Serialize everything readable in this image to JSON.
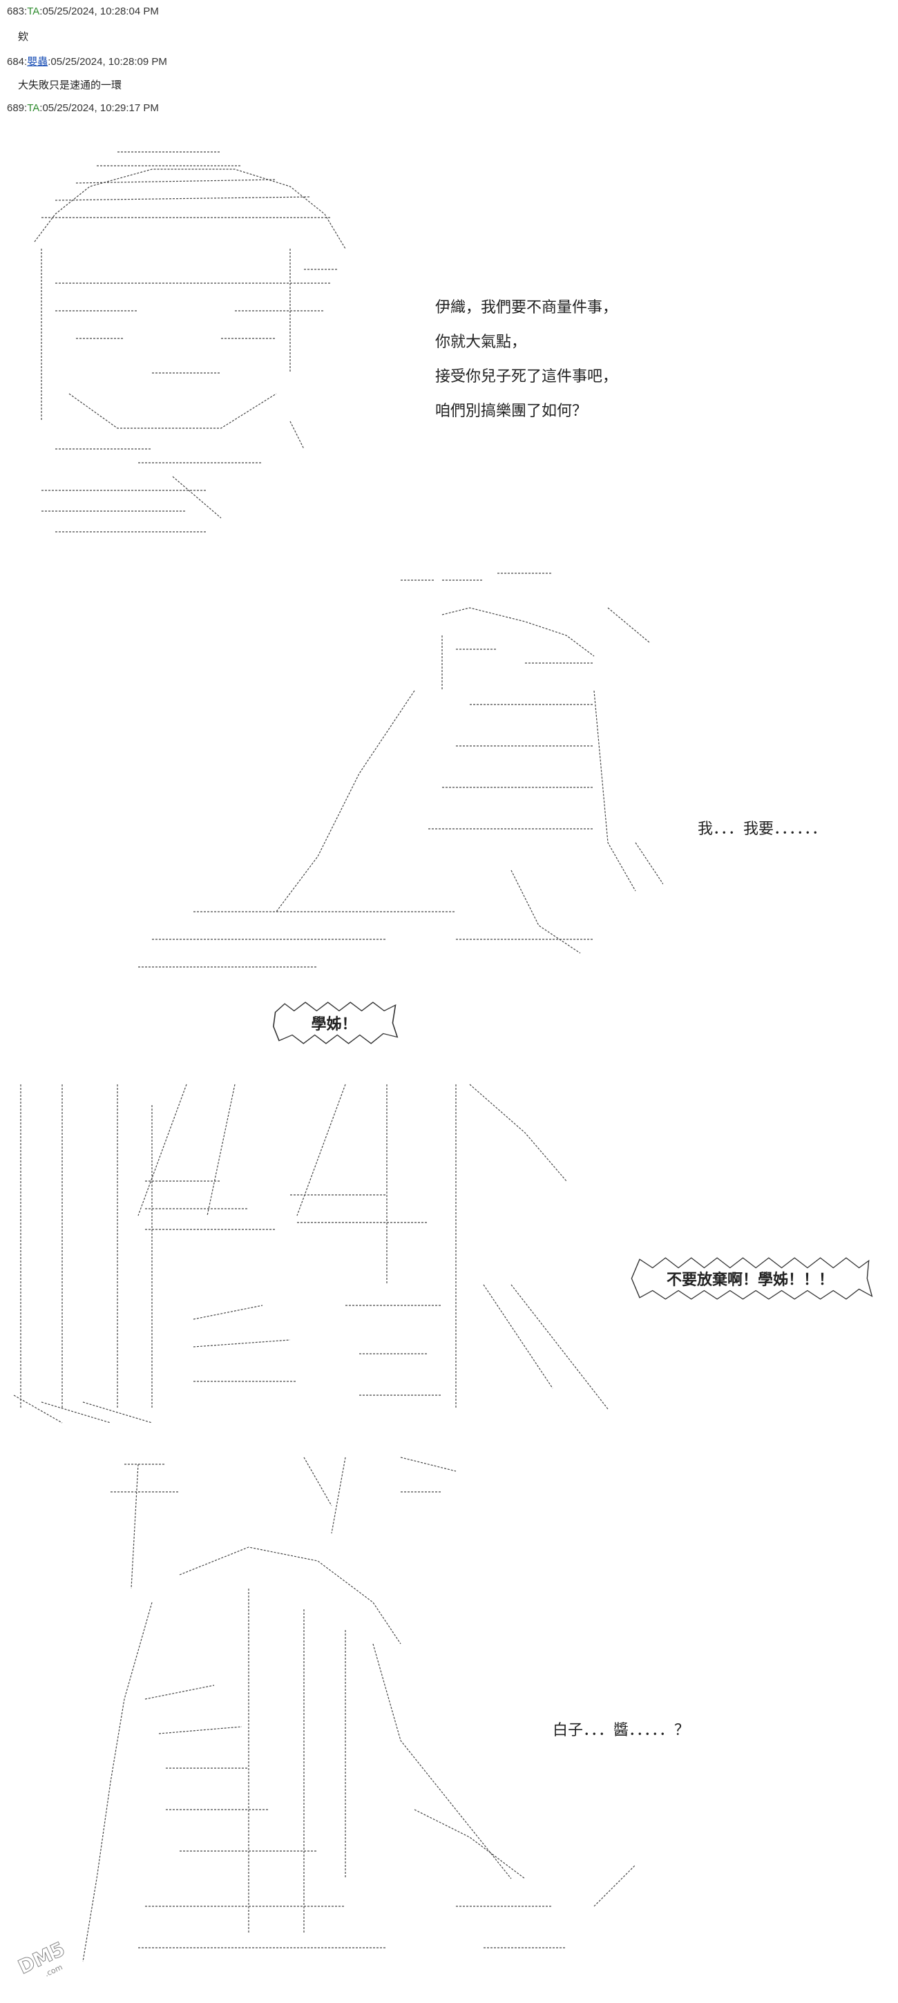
{
  "posts": [
    {
      "number": "683",
      "name": "TA",
      "datetime": "05/25/2024, 10:28:04 PM",
      "body": "欸"
    },
    {
      "number": "684",
      "name": "嬰蟲",
      "datetime": "05/25/2024, 10:28:09 PM",
      "body": "大失敗只是速通的一環"
    },
    {
      "number": "689",
      "name": "TA",
      "datetime": "05/25/2024, 10:29:17 PM",
      "body": ""
    }
  ],
  "panel1": {
    "lines": [
      "伊織，我們要不商量件事，",
      "你就大氣點，",
      "接受你兒子死了這件事吧，",
      "咱們別搞樂團了如何？"
    ]
  },
  "panel2": {
    "line": "我．．．我要．．．．．．"
  },
  "panel3": {
    "shout": "學姊！"
  },
  "panel4": {
    "shout": "不要放棄啊！學姊！！！"
  },
  "panel5": {
    "line": "白子．．．醬．．．．．？"
  },
  "watermark": {
    "text": "DM5.com",
    "icon": "dm5-logo-icon"
  }
}
